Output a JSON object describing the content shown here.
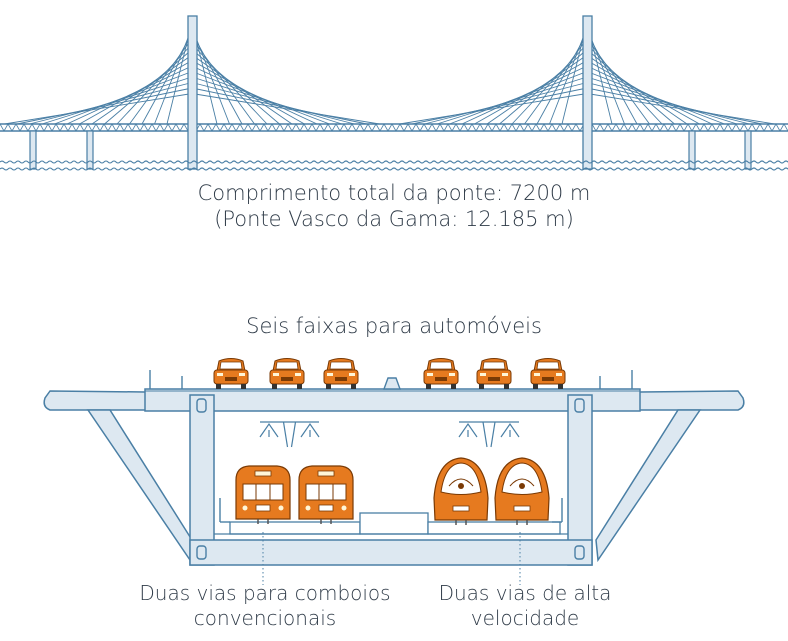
{
  "colors": {
    "steel": "#4a7fa5",
    "deck_fill": "#dde8f1",
    "vehicle_orange": "#e67a1f",
    "text": "#2f3b48"
  },
  "labels": {
    "bridge_length": "Comprimento total da ponte: 7200 m",
    "comparison": "(Ponte Vasco da Gama: 12.185 m)",
    "road_lanes": "Seis faixas para automóveis",
    "conventional_line1": "Duas vias para comboios",
    "conventional_line2": "convencionais",
    "highspeed_line1": "Duas vias de alta",
    "highspeed_line2": "velocidade"
  },
  "icons": {
    "car": "car-front-icon",
    "conventional_train": "conventional-train-front-icon",
    "highspeed_train": "high-speed-train-front-icon",
    "catenary": "catenary-pantograph-icon"
  }
}
